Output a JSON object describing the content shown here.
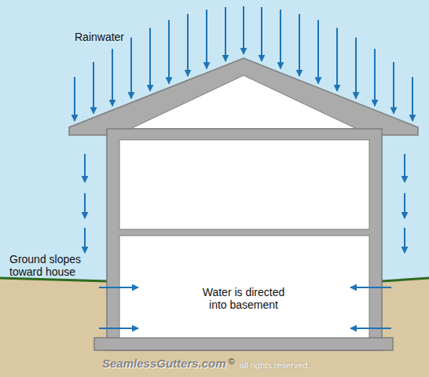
{
  "diagram": {
    "labels": [
      "Rainwater",
      "Ground slopes toward house",
      "Water is directed into basement",
      "SeamlessGutters.com",
      "©",
      "all rights reserved."
    ]
  }
}
